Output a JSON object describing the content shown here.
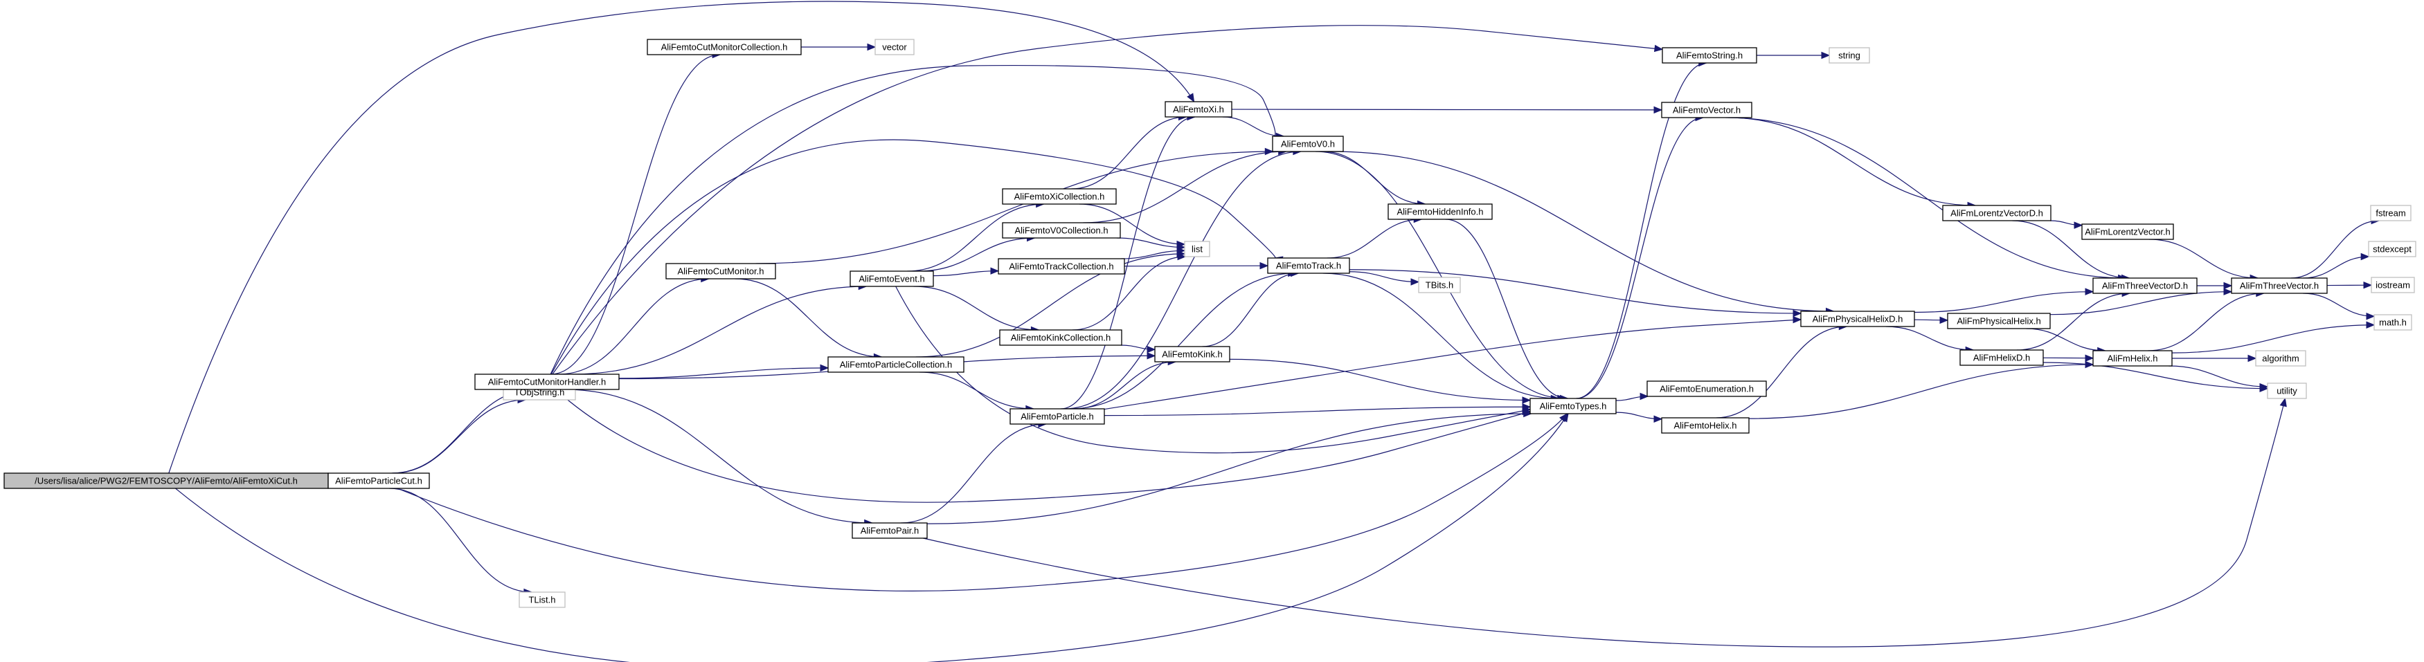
{
  "colors": {
    "edge": "#191970",
    "node_border": "#000000",
    "node_fill": "#ffffff",
    "root_fill": "#bfbfbf",
    "leaf_border": "#bfbfbf",
    "text": "#000000"
  },
  "nodes": [
    {
      "id": "root",
      "label": "/Users/lisa/alice/PWG2/FEMTOSCOPY/AliFemto/AliFemtoXiCut.h",
      "kind": "root"
    },
    {
      "id": "particlecut",
      "label": "AliFemtoParticleCut.h",
      "kind": "file"
    },
    {
      "id": "tobjstring",
      "label": "TObjString.h",
      "kind": "system"
    },
    {
      "id": "tlist",
      "label": "TList.h",
      "kind": "system"
    },
    {
      "id": "cmh",
      "label": "AliFemtoCutMonitorHandler.h",
      "kind": "file"
    },
    {
      "id": "cmc",
      "label": "AliFemtoCutMonitorCollection.h",
      "kind": "file"
    },
    {
      "id": "vector",
      "label": "vector",
      "kind": "system"
    },
    {
      "id": "cm",
      "label": "AliFemtoCutMonitor.h",
      "kind": "file"
    },
    {
      "id": "event",
      "label": "AliFemtoEvent.h",
      "kind": "file"
    },
    {
      "id": "pcoll",
      "label": "AliFemtoParticleCollection.h",
      "kind": "file"
    },
    {
      "id": "pair",
      "label": "AliFemtoPair.h",
      "kind": "file"
    },
    {
      "id": "xicoll",
      "label": "AliFemtoXiCollection.h",
      "kind": "file"
    },
    {
      "id": "v0coll",
      "label": "AliFemtoV0Collection.h",
      "kind": "file"
    },
    {
      "id": "tcoll",
      "label": "AliFemtoTrackCollection.h",
      "kind": "file"
    },
    {
      "id": "kcoll",
      "label": "AliFemtoKinkCollection.h",
      "kind": "file"
    },
    {
      "id": "particle",
      "label": "AliFemtoParticle.h",
      "kind": "file"
    },
    {
      "id": "list",
      "label": "list",
      "kind": "system"
    },
    {
      "id": "xi",
      "label": "AliFemtoXi.h",
      "kind": "file"
    },
    {
      "id": "v0",
      "label": "AliFemtoV0.h",
      "kind": "file"
    },
    {
      "id": "hidden",
      "label": "AliFemtoHiddenInfo.h",
      "kind": "file"
    },
    {
      "id": "track",
      "label": "AliFemtoTrack.h",
      "kind": "file"
    },
    {
      "id": "tbits",
      "label": "TBits.h",
      "kind": "system"
    },
    {
      "id": "kink",
      "label": "AliFemtoKink.h",
      "kind": "file"
    },
    {
      "id": "types",
      "label": "AliFemtoTypes.h",
      "kind": "file"
    },
    {
      "id": "fstring",
      "label": "AliFemtoString.h",
      "kind": "file"
    },
    {
      "id": "string",
      "label": "string",
      "kind": "system"
    },
    {
      "id": "fvector",
      "label": "AliFemtoVector.h",
      "kind": "file"
    },
    {
      "id": "enumeration",
      "label": "AliFemtoEnumeration.h",
      "kind": "file"
    },
    {
      "id": "fhelix",
      "label": "AliFemtoHelix.h",
      "kind": "file"
    },
    {
      "id": "lvd",
      "label": "AliFmLorentzVectorD.h",
      "kind": "file"
    },
    {
      "id": "lv",
      "label": "AliFmLorentzVector.h",
      "kind": "file"
    },
    {
      "id": "phd",
      "label": "AliFmPhysicalHelixD.h",
      "kind": "file"
    },
    {
      "id": "ph",
      "label": "AliFmPhysicalHelix.h",
      "kind": "file"
    },
    {
      "id": "hd",
      "label": "AliFmHelixD.h",
      "kind": "file"
    },
    {
      "id": "tvd",
      "label": "AliFmThreeVectorD.h",
      "kind": "file"
    },
    {
      "id": "helix",
      "label": "AliFmHelix.h",
      "kind": "file"
    },
    {
      "id": "tv",
      "label": "AliFmThreeVector.h",
      "kind": "file"
    },
    {
      "id": "fstream",
      "label": "fstream",
      "kind": "system"
    },
    {
      "id": "stdexcept",
      "label": "stdexcept",
      "kind": "system"
    },
    {
      "id": "iostream",
      "label": "iostream",
      "kind": "system"
    },
    {
      "id": "math",
      "label": "math.h",
      "kind": "system"
    },
    {
      "id": "algorithm",
      "label": "algorithm",
      "kind": "system"
    },
    {
      "id": "utility",
      "label": "utility",
      "kind": "system"
    }
  ],
  "edges": [
    [
      "root",
      "particlecut"
    ],
    [
      "root",
      "xi"
    ],
    [
      "root",
      "types"
    ],
    [
      "particlecut",
      "tobjstring"
    ],
    [
      "particlecut",
      "tlist"
    ],
    [
      "particlecut",
      "cmh"
    ],
    [
      "particlecut",
      "types"
    ],
    [
      "cmh",
      "cmc"
    ],
    [
      "cmh",
      "cm"
    ],
    [
      "cmh",
      "event"
    ],
    [
      "cmh",
      "pcoll"
    ],
    [
      "cmh",
      "pair"
    ],
    [
      "cmh",
      "v0"
    ],
    [
      "cmh",
      "track"
    ],
    [
      "cmh",
      "kink"
    ],
    [
      "cmh",
      "types"
    ],
    [
      "cmh",
      "fstring"
    ],
    [
      "cmc",
      "vector"
    ],
    [
      "cm",
      "pcoll"
    ],
    [
      "cm",
      "v0"
    ],
    [
      "event",
      "xicoll"
    ],
    [
      "event",
      "v0coll"
    ],
    [
      "event",
      "tcoll"
    ],
    [
      "event",
      "kcoll"
    ],
    [
      "event",
      "types"
    ],
    [
      "pcoll",
      "particle"
    ],
    [
      "pcoll",
      "list"
    ],
    [
      "pair",
      "particle"
    ],
    [
      "pair",
      "types"
    ],
    [
      "pair",
      "utility"
    ],
    [
      "xicoll",
      "xi"
    ],
    [
      "xicoll",
      "list"
    ],
    [
      "v0coll",
      "v0"
    ],
    [
      "v0coll",
      "list"
    ],
    [
      "tcoll",
      "track"
    ],
    [
      "tcoll",
      "list"
    ],
    [
      "kcoll",
      "kink"
    ],
    [
      "kcoll",
      "list"
    ],
    [
      "particle",
      "xi"
    ],
    [
      "particle",
      "v0"
    ],
    [
      "particle",
      "track"
    ],
    [
      "particle",
      "kink"
    ],
    [
      "particle",
      "types"
    ],
    [
      "particle",
      "phd"
    ],
    [
      "xi",
      "v0"
    ],
    [
      "xi",
      "fvector"
    ],
    [
      "v0",
      "hidden"
    ],
    [
      "v0",
      "types"
    ],
    [
      "v0",
      "phd"
    ],
    [
      "hidden",
      "types"
    ],
    [
      "track",
      "hidden"
    ],
    [
      "track",
      "tbits"
    ],
    [
      "track",
      "types"
    ],
    [
      "track",
      "phd"
    ],
    [
      "kink",
      "track"
    ],
    [
      "kink",
      "types"
    ],
    [
      "types",
      "fstring"
    ],
    [
      "types",
      "fvector"
    ],
    [
      "types",
      "enumeration"
    ],
    [
      "types",
      "fhelix"
    ],
    [
      "fstring",
      "string"
    ],
    [
      "fvector",
      "lvd"
    ],
    [
      "fvector",
      "tvd"
    ],
    [
      "fhelix",
      "phd"
    ],
    [
      "fhelix",
      "helix"
    ],
    [
      "lvd",
      "lv"
    ],
    [
      "lvd",
      "tvd"
    ],
    [
      "lv",
      "tv"
    ],
    [
      "phd",
      "ph"
    ],
    [
      "phd",
      "hd"
    ],
    [
      "phd",
      "tvd"
    ],
    [
      "ph",
      "helix"
    ],
    [
      "ph",
      "tv"
    ],
    [
      "hd",
      "helix"
    ],
    [
      "hd",
      "tvd"
    ],
    [
      "hd",
      "utility"
    ],
    [
      "tvd",
      "tv"
    ],
    [
      "helix",
      "tv"
    ],
    [
      "helix",
      "math"
    ],
    [
      "helix",
      "algorithm"
    ],
    [
      "helix",
      "utility"
    ],
    [
      "tv",
      "fstream"
    ],
    [
      "tv",
      "stdexcept"
    ],
    [
      "tv",
      "iostream"
    ],
    [
      "tv",
      "math"
    ]
  ]
}
